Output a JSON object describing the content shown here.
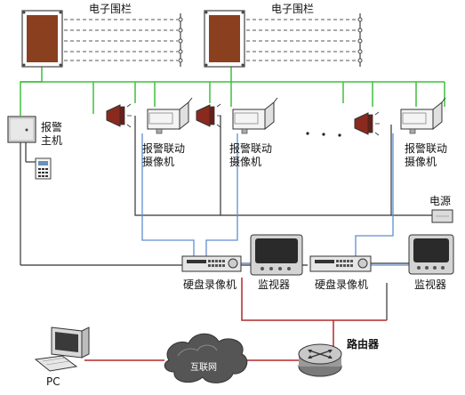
{
  "fence_label": "电子围栏",
  "alarm_host_label": "报警\n主机",
  "linkage_camera_label": "报警联动\n摄像机",
  "power_label": "电源",
  "dvr_label": "硬盘录像机",
  "monitor_label": "监视器",
  "router_label": "路由器",
  "internet_label": "互联网",
  "pc_label": "PC",
  "colors": {
    "fence_panel": "#8a3f1f",
    "green_bus": "#3fbf3f",
    "blue_video": "#5f8fd0",
    "red_network": "#b02a2a",
    "dark_wire": "#333333"
  }
}
